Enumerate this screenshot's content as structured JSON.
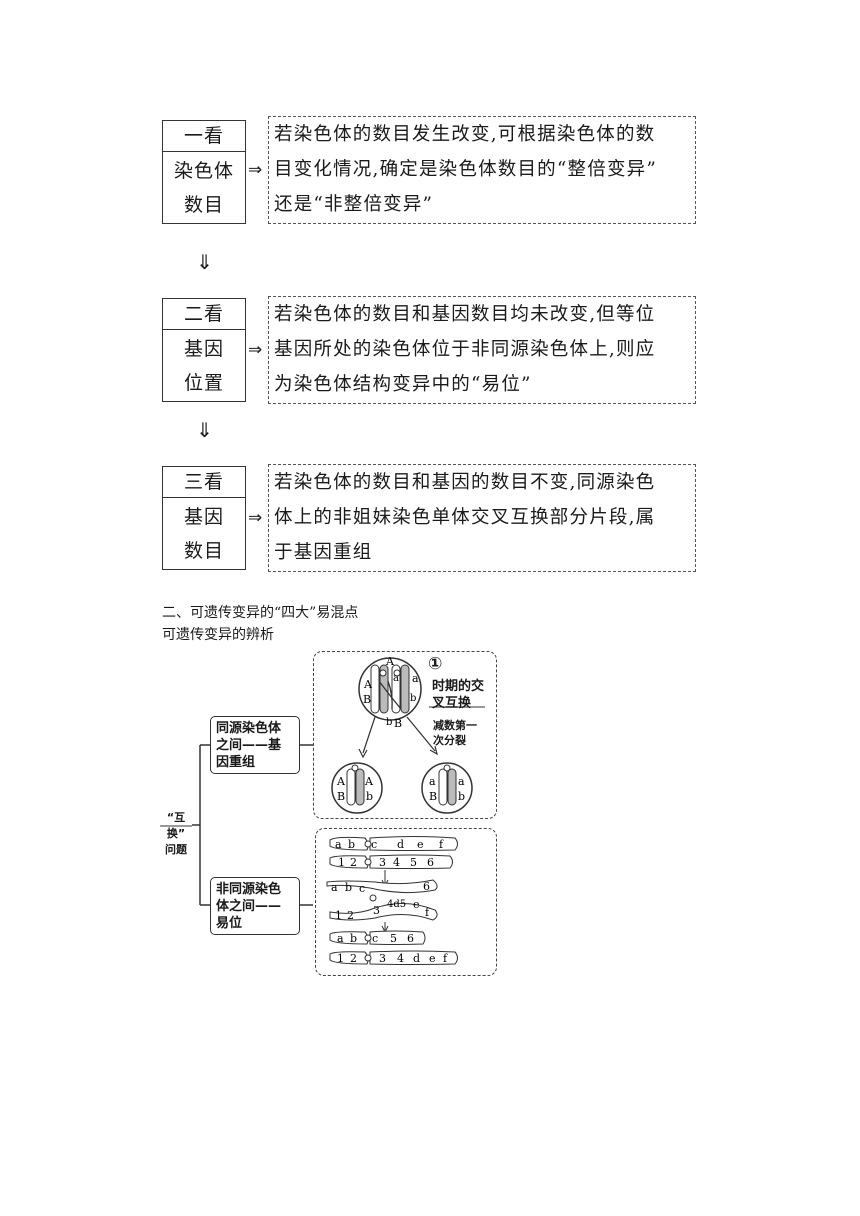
{
  "flow": [
    {
      "head": "一看",
      "body": [
        "染色体",
        "数目"
      ],
      "desc": [
        "若染色体的数目发生改变,可根据染色体的数",
        "目变化情况,确定是染色体数目的“整倍变异”",
        "还是“非整倍变异”"
      ]
    },
    {
      "head": "二看",
      "body": [
        "基因",
        "位置"
      ],
      "desc": [
        "若染色体的数目和基因数目均未改变,但等位",
        "基因所处的染色体位于非同源染色体上,则应",
        "为染色体结构变异中的“易位”"
      ]
    },
    {
      "head": "三看",
      "body": [
        "基因",
        "数目"
      ],
      "desc": [
        "若染色体的数目和基因的数目不变,同源染色",
        "体上的非姐妹染色单体交叉互换部分片段,属",
        "于基因重组"
      ]
    }
  ],
  "arrows": {
    "right": "⇒",
    "down": "⇓"
  },
  "section": {
    "heading": "二、可遗传变异的“四大”易混点",
    "subheading": "可遗传变异的辨析"
  },
  "diagram": {
    "root": [
      "“互换”",
      "问题"
    ],
    "branch1": [
      "同源染色体",
      "之间——基",
      "因重组"
    ],
    "branch2": [
      "非同源染色",
      "体之间——",
      "易位"
    ],
    "period_number": "①",
    "period_text": [
      "时期的交",
      "叉互换"
    ],
    "meiosis_text": [
      "减数第一",
      "次分裂"
    ],
    "gene_labels": {
      "A": "A",
      "a": "a",
      "B": "B",
      "b": "b"
    },
    "chrom_rows": [
      [
        "a",
        "b",
        "c",
        "d",
        "e",
        "f"
      ],
      [
        "1",
        "2",
        "3",
        "4",
        "5",
        "6"
      ],
      [
        "a",
        "b",
        "c",
        "4d5",
        "6",
        "e",
        "f",
        "1",
        "2",
        "3"
      ],
      [
        "a",
        "b",
        "c",
        "5",
        "6"
      ],
      [
        "1",
        "2",
        "3",
        "4",
        "d",
        "e",
        "f"
      ]
    ]
  }
}
